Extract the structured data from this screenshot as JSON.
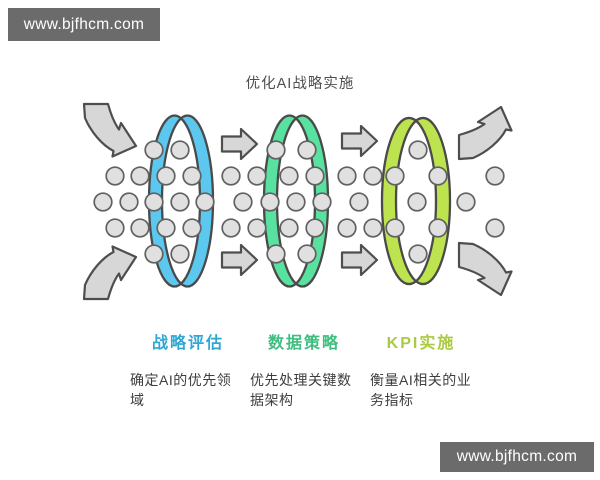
{
  "watermarks": {
    "top_left": "www.bjfhcm.com",
    "bottom_right": "www.bjfhcm.com",
    "background_color": "#6B6B6B",
    "text_color": "#FFFFFF"
  },
  "title": "优化AI战略实施",
  "stages": [
    {
      "label": "战略评估",
      "label_color": "#2EA7D3",
      "ring_color": "#5CC8F0",
      "desc_line1": "确定AI的优先领",
      "desc_line2": "域"
    },
    {
      "label": "数据策略",
      "label_color": "#3EBF80",
      "ring_color": "#58E19F",
      "desc_line1": "优先处理关键数",
      "desc_line2": "据架构"
    },
    {
      "label": "KPI实施",
      "label_color": "#A9CA41",
      "ring_color": "#BDE44E",
      "desc_line1": "衡量AI相关的业",
      "desc_line2": "务指标"
    }
  ],
  "decor": {
    "arrow_fill": "#D7D7D7",
    "arrow_stroke": "#4E4E4E",
    "ring_stroke": "#4A4A4A",
    "dot_fill": "#E0E0E0",
    "dot_stroke": "#616161"
  }
}
